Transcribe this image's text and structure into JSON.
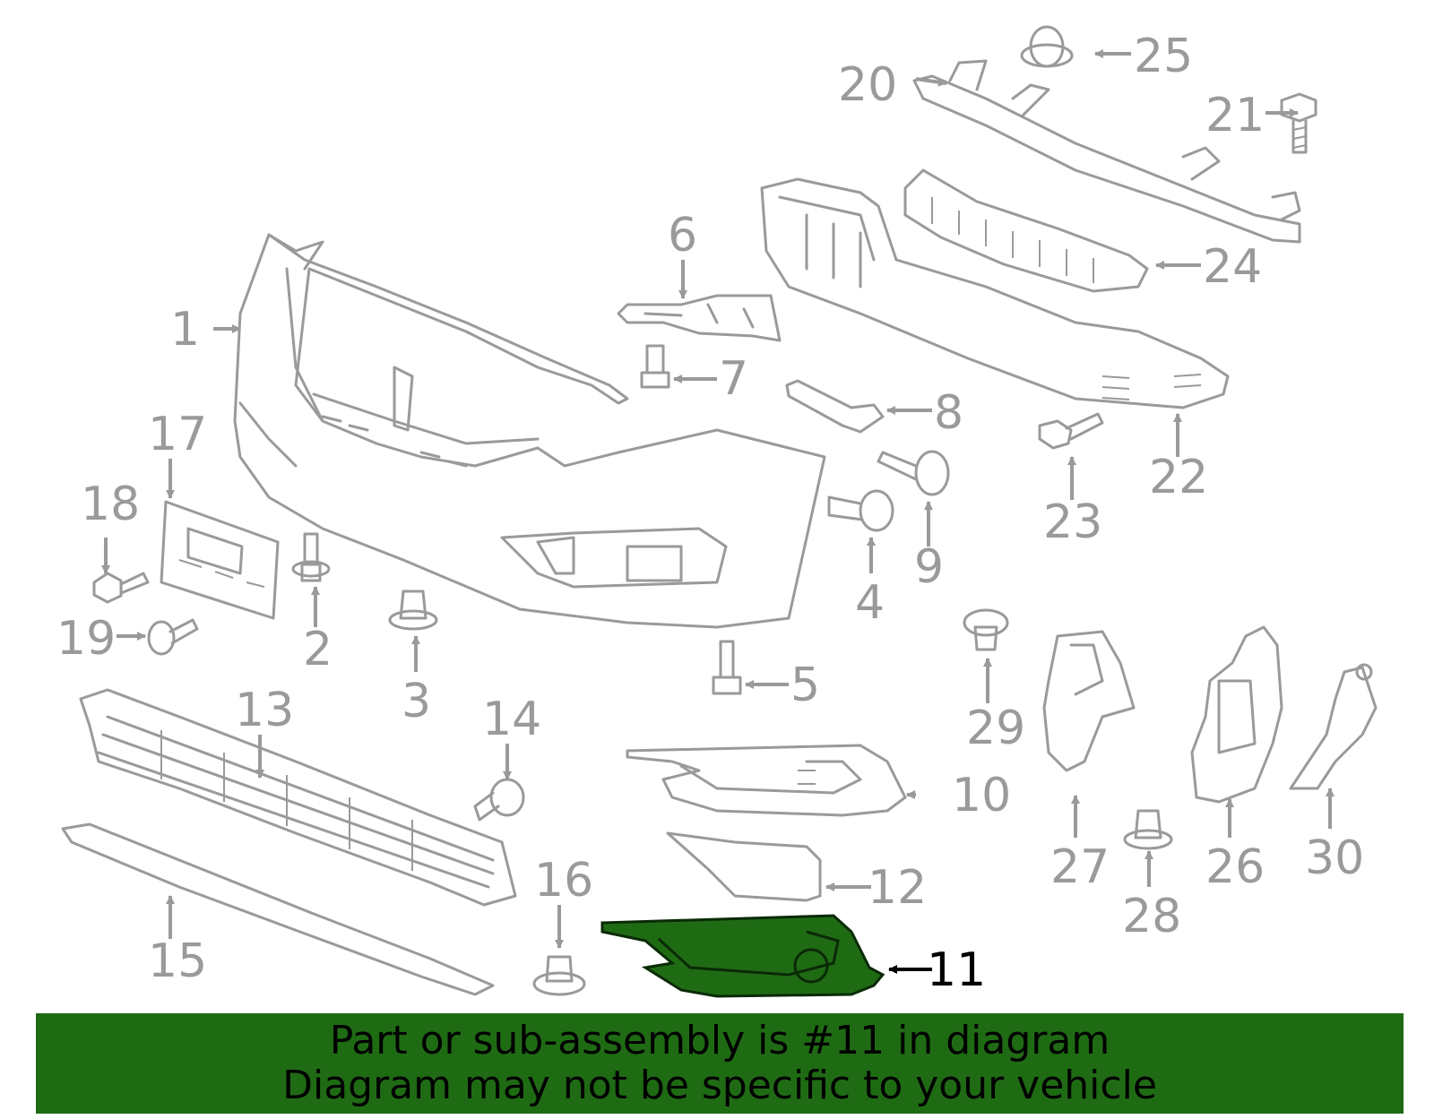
{
  "highlight_color": "#1f6b14",
  "label_color": "#9a9a9a",
  "highlighted_part": "11",
  "labels": {
    "l1": "1",
    "l2": "2",
    "l3": "3",
    "l4": "4",
    "l5": "5",
    "l6": "6",
    "l7": "7",
    "l8": "8",
    "l9": "9",
    "l10": "10",
    "l11": "11",
    "l12": "12",
    "l13": "13",
    "l14": "14",
    "l15": "15",
    "l16": "16",
    "l17": "17",
    "l18": "18",
    "l19": "19",
    "l20": "20",
    "l21": "21",
    "l22": "22",
    "l23": "23",
    "l24": "24",
    "l25": "25",
    "l26": "26",
    "l27": "27",
    "l28": "28",
    "l29": "29",
    "l30": "30"
  },
  "banner": {
    "line1": "Part or sub-assembly is #11 in diagram",
    "line2": "Diagram may not be specific to your vehicle"
  }
}
